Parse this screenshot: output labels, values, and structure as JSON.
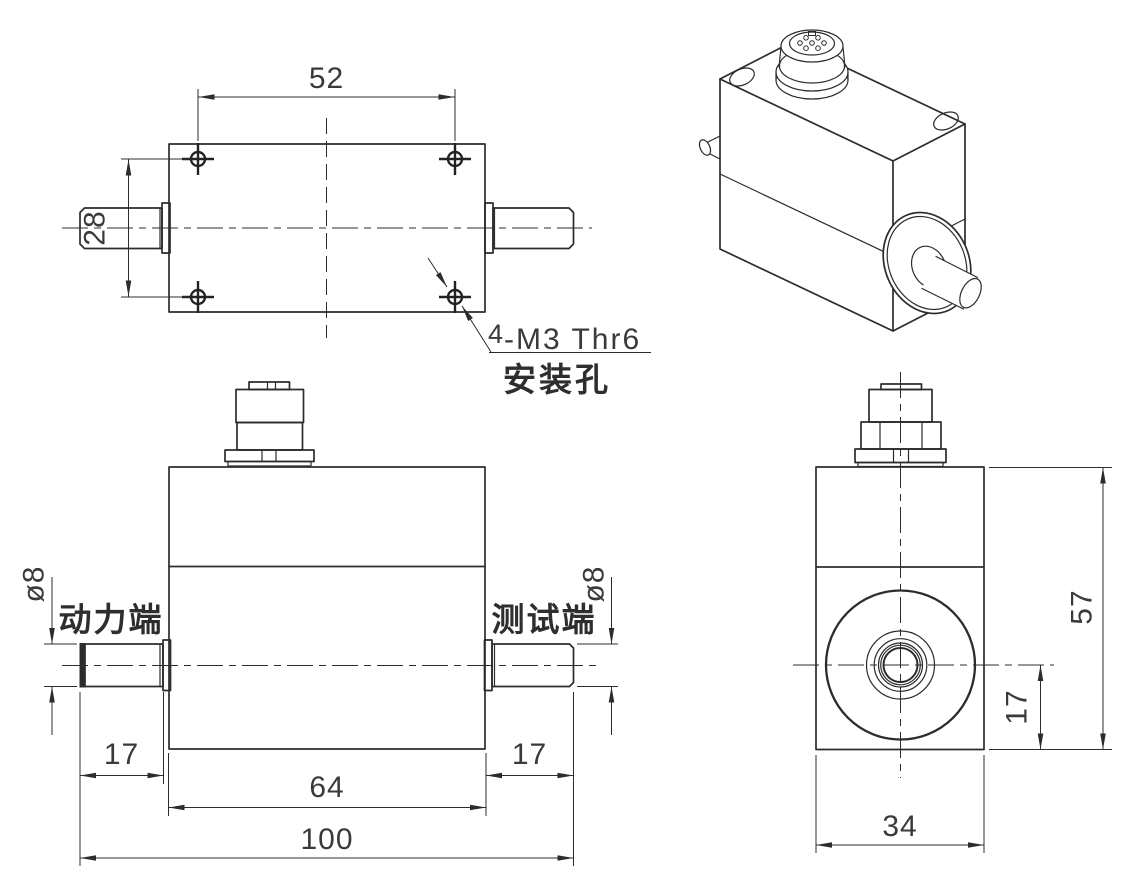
{
  "top_view": {
    "dim_hole_spacing_horizontal": "52",
    "dim_hole_spacing_vertical": "28",
    "hole_note_count": "4",
    "hole_note_spec": "-M3 Thr6",
    "hole_note_caption": "安装孔"
  },
  "front_view": {
    "label_drive_end": "动力端",
    "label_test_end": "测试端",
    "dim_shaft_diameter_left": "ø8",
    "dim_shaft_diameter_right": "ø8",
    "dim_shaft_length_left": "17",
    "dim_shaft_length_right": "17",
    "dim_body_length": "64",
    "dim_overall_length": "100"
  },
  "side_view": {
    "dim_overall_height": "57",
    "dim_axis_to_bottom": "17",
    "dim_body_width": "34"
  },
  "colors": {
    "line": "#2c2c2c",
    "text": "#3a3a3a",
    "background": "#ffffff"
  }
}
